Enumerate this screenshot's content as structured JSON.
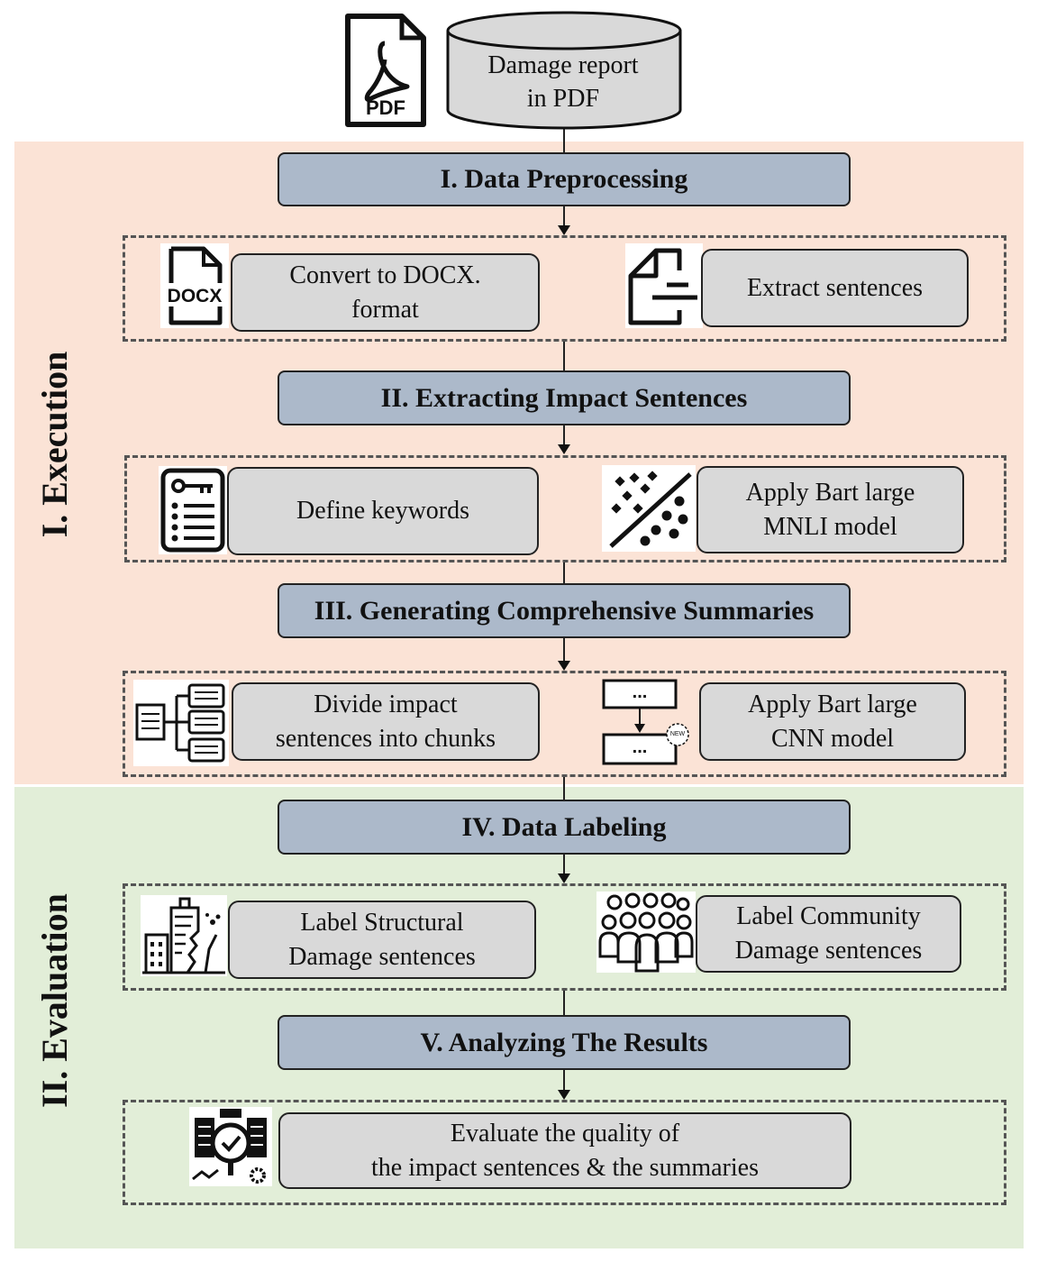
{
  "phases": {
    "execution": "I. Execution",
    "evaluation": "II. Evaluation"
  },
  "source": {
    "label": "Damage report\nin PDF",
    "icon_text": "PDF"
  },
  "stages": [
    {
      "title": "I. Data Preprocessing"
    },
    {
      "title": "II. Extracting Impact Sentences"
    },
    {
      "title": "III. Generating Comprehensive Summaries"
    },
    {
      "title": "IV. Data Labeling"
    },
    {
      "title": "V. Analyzing The Results"
    }
  ],
  "steps": {
    "convert": "Convert to DOCX.\nformat",
    "extract": "Extract sentences",
    "keywords": "Define keywords",
    "mnli": "Apply Bart large\nMNLI model",
    "chunks": "Divide impact\nsentences into chunks",
    "cnn": "Apply Bart large\nCNN model",
    "structural": "Label Structural\nDamage sentences",
    "community": "Label Community\nDamage sentences",
    "evaluate": "Evaluate the quality of\nthe impact sentences & the summaries"
  },
  "icon_text": {
    "docx": "DOCX",
    "ellipsis_top": "...",
    "ellipsis_bottom": "...",
    "new_badge": "NEW"
  },
  "icons": [
    "pdf-file-icon",
    "docx-file-icon",
    "document-lines-icon",
    "key-list-icon",
    "classification-scatter-icon",
    "hierarchy-chunks-icon",
    "flow-boxes-icon",
    "buildings-damage-icon",
    "community-people-icon",
    "quality-evaluation-icon"
  ],
  "colors": {
    "execution_bg": "#fbe3d6",
    "evaluation_bg": "#e2eed8",
    "stage_fill": "#acb9ca",
    "step_fill": "#d9d9d9"
  }
}
